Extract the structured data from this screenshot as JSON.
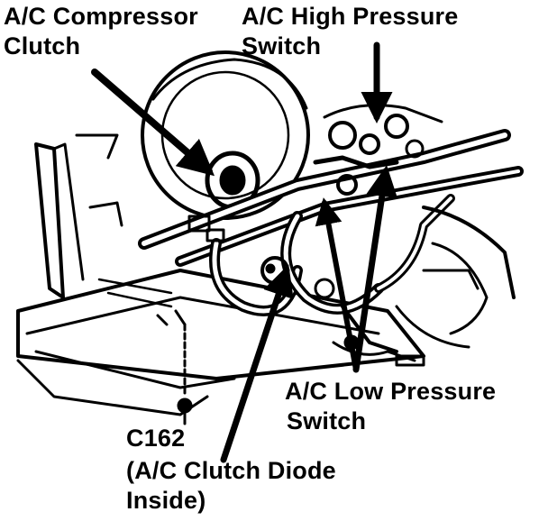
{
  "callouts": {
    "compressor_clutch": {
      "line1": "A/C Compressor",
      "line2": "Clutch"
    },
    "high_pressure_switch": {
      "line1": "A/C High Pressure",
      "line2": "Switch"
    },
    "low_pressure_switch": {
      "line1": "A/C Low Pressure",
      "line2": "Switch"
    },
    "connector": {
      "code": "C162"
    },
    "clutch_diode": {
      "line1": "(A/C Clutch Diode",
      "line2": "Inside)"
    }
  },
  "colors": {
    "ink": "#000000",
    "paper": "#ffffff"
  }
}
